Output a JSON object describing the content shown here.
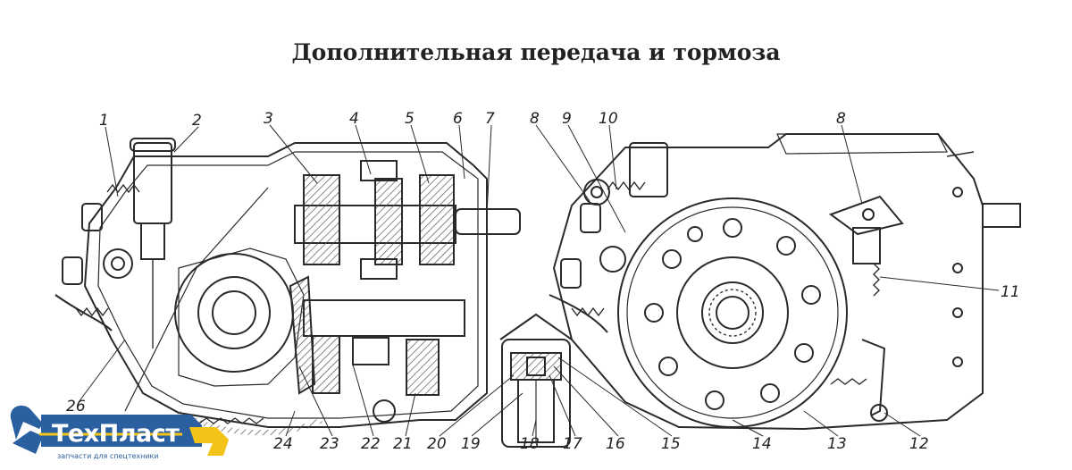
{
  "title": "Дополнительная передача и тормоза",
  "callouts_top": [
    "1",
    "2",
    "3",
    "4",
    "5",
    "6",
    "7",
    "8",
    "9",
    "10",
    "8"
  ],
  "callouts_bottom": [
    "26",
    "24",
    "23",
    "22",
    "21",
    "20",
    "19",
    "18",
    "17",
    "16",
    "15",
    "14",
    "13",
    "12"
  ],
  "callout_right": "11",
  "logo": {
    "name": "ТехПласт",
    "tagline": "запчасти для спецтехники"
  },
  "colors": {
    "line": "#2a2a2a",
    "hatch": "#555555",
    "logo_blue": "#2a5fa0",
    "logo_yellow": "#f3c318"
  }
}
